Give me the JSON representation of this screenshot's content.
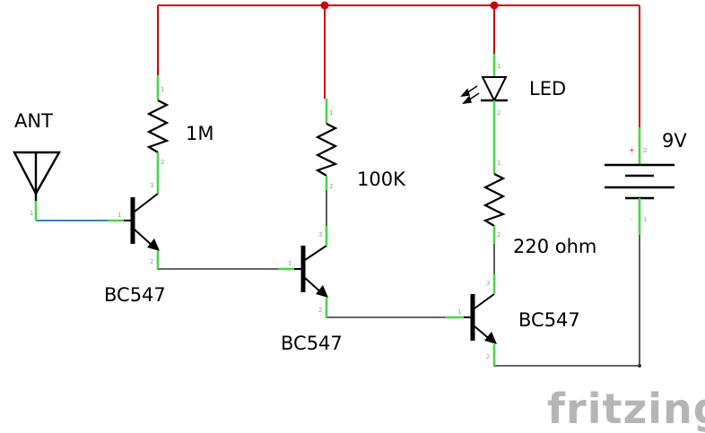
{
  "colors": {
    "power_wire": "#cc0000",
    "signal_wire": "#333333",
    "antenna_wire": "#3b7bd4",
    "pin_highlight": "#4bd34b",
    "watermark": "#b5b5b5"
  },
  "components": {
    "antenna": {
      "label": "ANT",
      "pin": "1"
    },
    "resistor_1": {
      "label": "1M",
      "pins": [
        "1",
        "2"
      ]
    },
    "resistor_2": {
      "label": "100K",
      "pins": [
        "1",
        "2"
      ]
    },
    "resistor_3": {
      "label": "220 ohm",
      "pins": [
        "1",
        "2"
      ]
    },
    "led": {
      "label": "LED",
      "pins": [
        "1",
        "2"
      ]
    },
    "battery": {
      "label": "9V",
      "pins": [
        "2",
        "1"
      ],
      "plus": "+",
      "minus": "-"
    },
    "transistor_1": {
      "label": "BC547",
      "pins": [
        "1",
        "2",
        "3"
      ]
    },
    "transistor_2": {
      "label": "BC547",
      "pins": [
        "1",
        "2",
        "3"
      ]
    },
    "transistor_3": {
      "label": "BC547",
      "pins": [
        "1",
        "2",
        "3"
      ]
    }
  },
  "watermark": "fritzing"
}
